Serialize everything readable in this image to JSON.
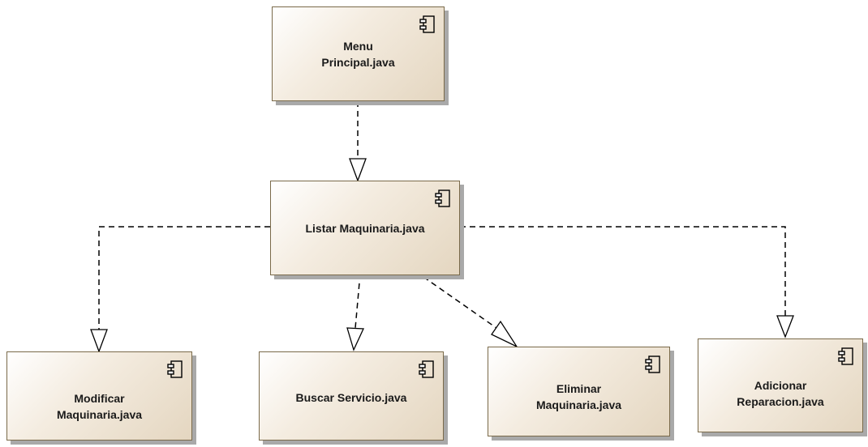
{
  "components": {
    "menu": {
      "line1": "Menu",
      "line2": "Principal.java",
      "icon": "component-icon"
    },
    "listar": {
      "line1": "Listar Maquinaria.java",
      "icon": "component-icon"
    },
    "modificar": {
      "line1": "Modificar",
      "line2": "Maquinaria.java",
      "icon": "component-icon"
    },
    "buscar": {
      "line1": "Buscar Servicio.java",
      "icon": "component-icon"
    },
    "eliminar": {
      "line1": "Eliminar",
      "line2": "Maquinaria.java",
      "icon": "component-icon"
    },
    "adicionar": {
      "line1": "Adicionar",
      "line2": "Reparacion.java",
      "icon": "component-icon"
    }
  },
  "dependencies": [
    {
      "from": "Menu Principal.java",
      "to": "Listar Maquinaria.java"
    },
    {
      "from": "Listar Maquinaria.java",
      "to": "Modificar Maquinaria.java"
    },
    {
      "from": "Listar Maquinaria.java",
      "to": "Buscar Servicio.java"
    },
    {
      "from": "Listar Maquinaria.java",
      "to": "Eliminar Maquinaria.java"
    },
    {
      "from": "Listar Maquinaria.java",
      "to": "Adicionar Reparacion.java"
    }
  ]
}
